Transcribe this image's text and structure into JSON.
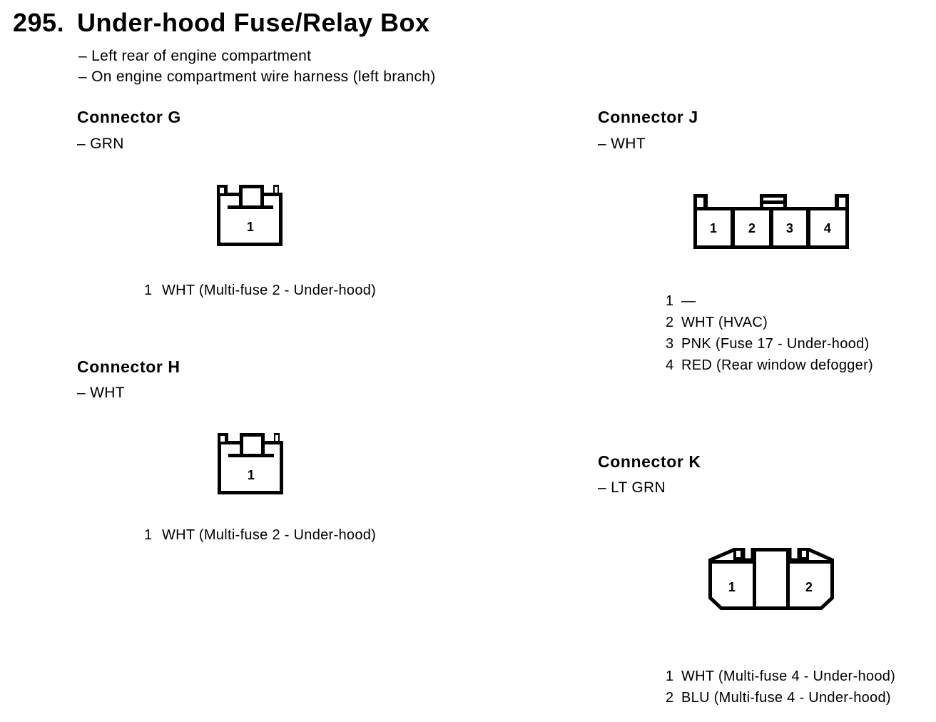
{
  "header": {
    "number": "295.",
    "title": "Under-hood Fuse/Relay Box",
    "bullets": [
      "– Left rear of engine compartment",
      "– On engine compartment wire harness (left branch)"
    ]
  },
  "connectors": {
    "g": {
      "heading": "Connector G",
      "color": "– GRN",
      "cells": [
        "1"
      ],
      "pins": [
        {
          "pin": "1",
          "desc": "WHT (Multi-fuse 2 - Under-hood)"
        }
      ]
    },
    "h": {
      "heading": "Connector H",
      "color": "– WHT",
      "cells": [
        "1"
      ],
      "pins": [
        {
          "pin": "1",
          "desc": "WHT (Multi-fuse 2 - Under-hood)"
        }
      ]
    },
    "j": {
      "heading": "Connector J",
      "color": "– WHT",
      "cells": [
        "1",
        "2",
        "3",
        "4"
      ],
      "pins": [
        {
          "pin": "1",
          "desc": "—"
        },
        {
          "pin": "2",
          "desc": "WHT (HVAC)"
        },
        {
          "pin": "3",
          "desc": "PNK (Fuse 17 - Under-hood)"
        },
        {
          "pin": "4",
          "desc": "RED (Rear window defogger)"
        }
      ]
    },
    "k": {
      "heading": "Connector K",
      "color": "– LT GRN",
      "cells": [
        "1",
        "2"
      ],
      "pins": [
        {
          "pin": "1",
          "desc": "WHT (Multi-fuse 4 - Under-hood)"
        },
        {
          "pin": "2",
          "desc": "BLU (Multi-fuse 4 - Under-hood)"
        }
      ]
    }
  },
  "colors": {
    "ink": "#000000",
    "paper": "#ffffff"
  }
}
